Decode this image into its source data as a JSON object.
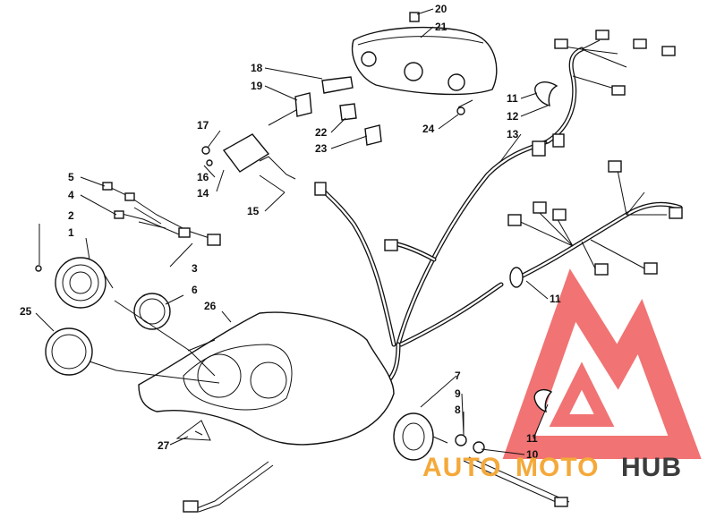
{
  "diagram": {
    "callouts": [
      {
        "id": "c1",
        "text": "1"
      },
      {
        "id": "c2",
        "text": "2"
      },
      {
        "id": "c3",
        "text": "3"
      },
      {
        "id": "c4",
        "text": "4"
      },
      {
        "id": "c5",
        "text": "5"
      },
      {
        "id": "c6",
        "text": "6"
      },
      {
        "id": "c7",
        "text": "7"
      },
      {
        "id": "c8",
        "text": "8"
      },
      {
        "id": "c9",
        "text": "9"
      },
      {
        "id": "c10",
        "text": "10"
      },
      {
        "id": "c11a",
        "text": "11"
      },
      {
        "id": "c11b",
        "text": "11"
      },
      {
        "id": "c11c",
        "text": "11"
      },
      {
        "id": "c12",
        "text": "12"
      },
      {
        "id": "c13",
        "text": "13"
      },
      {
        "id": "c14",
        "text": "14"
      },
      {
        "id": "c15",
        "text": "15"
      },
      {
        "id": "c16",
        "text": "16"
      },
      {
        "id": "c17",
        "text": "17"
      },
      {
        "id": "c18",
        "text": "18"
      },
      {
        "id": "c19",
        "text": "19"
      },
      {
        "id": "c20",
        "text": "20"
      },
      {
        "id": "c21",
        "text": "21"
      },
      {
        "id": "c22",
        "text": "22"
      },
      {
        "id": "c23",
        "text": "23"
      },
      {
        "id": "c24",
        "text": "24"
      },
      {
        "id": "c25",
        "text": "25"
      },
      {
        "id": "c26",
        "text": "26"
      },
      {
        "id": "c27",
        "text": "27"
      }
    ]
  },
  "watermark": {
    "part1": "AUTO",
    "part2": "MOTO",
    "part3": "HUB",
    "colors": {
      "auto": "#f4a93a",
      "moto": "#f4a93a",
      "hub": "#3c3c3c",
      "logo": "#ef5b5b"
    }
  }
}
